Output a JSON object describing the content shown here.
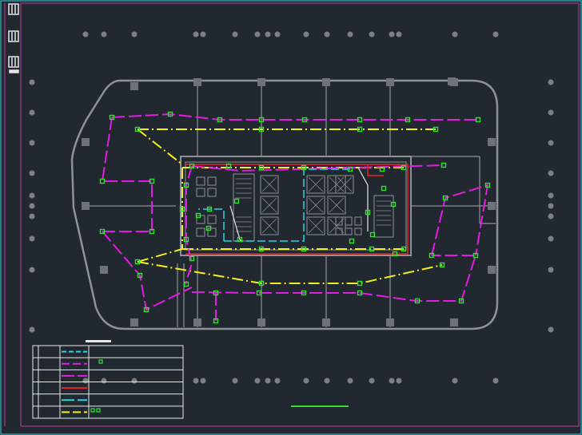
{
  "colors": {
    "background": "#212830",
    "wall": "#8e9196",
    "column": "#6f7276",
    "frame": "#c23ea0",
    "frame_inner": "#e8e8e8",
    "yellow_route": "#f2ef1a",
    "magenta_route": "#e21ce2",
    "cyan_route": "#26d6e6",
    "red_route": "#e62626",
    "green_device": "#2fe02f",
    "legend_line": "#e8e8e8"
  },
  "drawing": {
    "has_title_text": false
  },
  "legend": {
    "rows": 6,
    "line_styles": [
      {
        "color": "cyan",
        "style": "dashed-short"
      },
      {
        "color": "magenta",
        "style": "dashed"
      },
      {
        "color": "magenta",
        "style": "dashed-long"
      },
      {
        "color": "red",
        "style": "solid"
      },
      {
        "color": "cyan",
        "style": "dashed-long"
      },
      {
        "color": "yellow",
        "style": "dashed"
      }
    ]
  }
}
